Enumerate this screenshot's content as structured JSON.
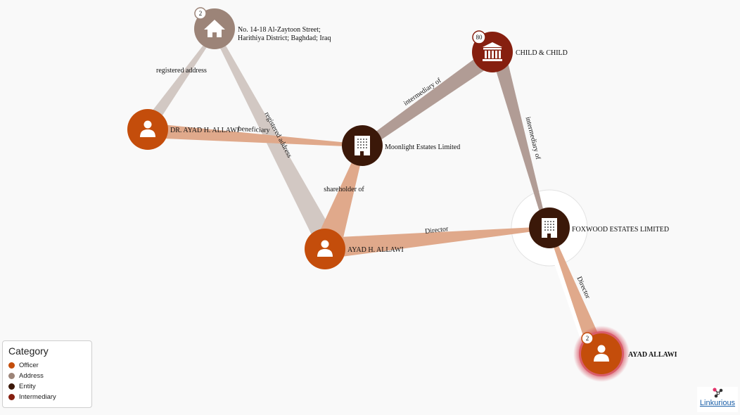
{
  "nodes": {
    "address": {
      "label_line1": "No. 14-18 Al-Zaytoon Street;",
      "label_line2": "Harithiya District; Baghdad; Iraq",
      "badge": "2"
    },
    "child_child": {
      "label": "CHILD & CHILD",
      "badge": "80"
    },
    "dr_ayad": {
      "label": "DR. AYAD H. ALLAWI"
    },
    "moonlight": {
      "label": "Moonlight Estates Limited"
    },
    "ayad_h": {
      "label": "AYAD H. ALLAWI"
    },
    "foxwood": {
      "label": "FOXWOOD ESTATES LIMITED"
    },
    "ayad_allawi": {
      "label": "AYAD ALLAWI",
      "badge": "2"
    }
  },
  "edges": {
    "registered_address_1": "registered address",
    "registered_address_2": "registered address",
    "beneficiary": "beneficiary",
    "intermediary_1": "intermediary of",
    "intermediary_2": "intermediary of",
    "shareholder": "shareholder of",
    "director_1": "Director",
    "director_2": "Director"
  },
  "legend": {
    "title": "Category",
    "items": [
      {
        "label": "Officer",
        "color": "#c44d0b"
      },
      {
        "label": "Address",
        "color": "#9c8478"
      },
      {
        "label": "Entity",
        "color": "#3b1809"
      },
      {
        "label": "Intermediary",
        "color": "#861f0f"
      }
    ]
  },
  "colors": {
    "officer": "#c44d0b",
    "address": "#9c8478",
    "entity": "#3b1809",
    "intermediary": "#861f0f",
    "edge_officer": "#e0a98b",
    "edge_address": "#d2c8c3",
    "edge_intermediary": "#b19c95"
  },
  "icons": {
    "officer": "person-icon",
    "address": "house-icon",
    "entity": "building-icon",
    "intermediary": "bank-icon"
  },
  "brand": {
    "name": "Linkurious"
  }
}
